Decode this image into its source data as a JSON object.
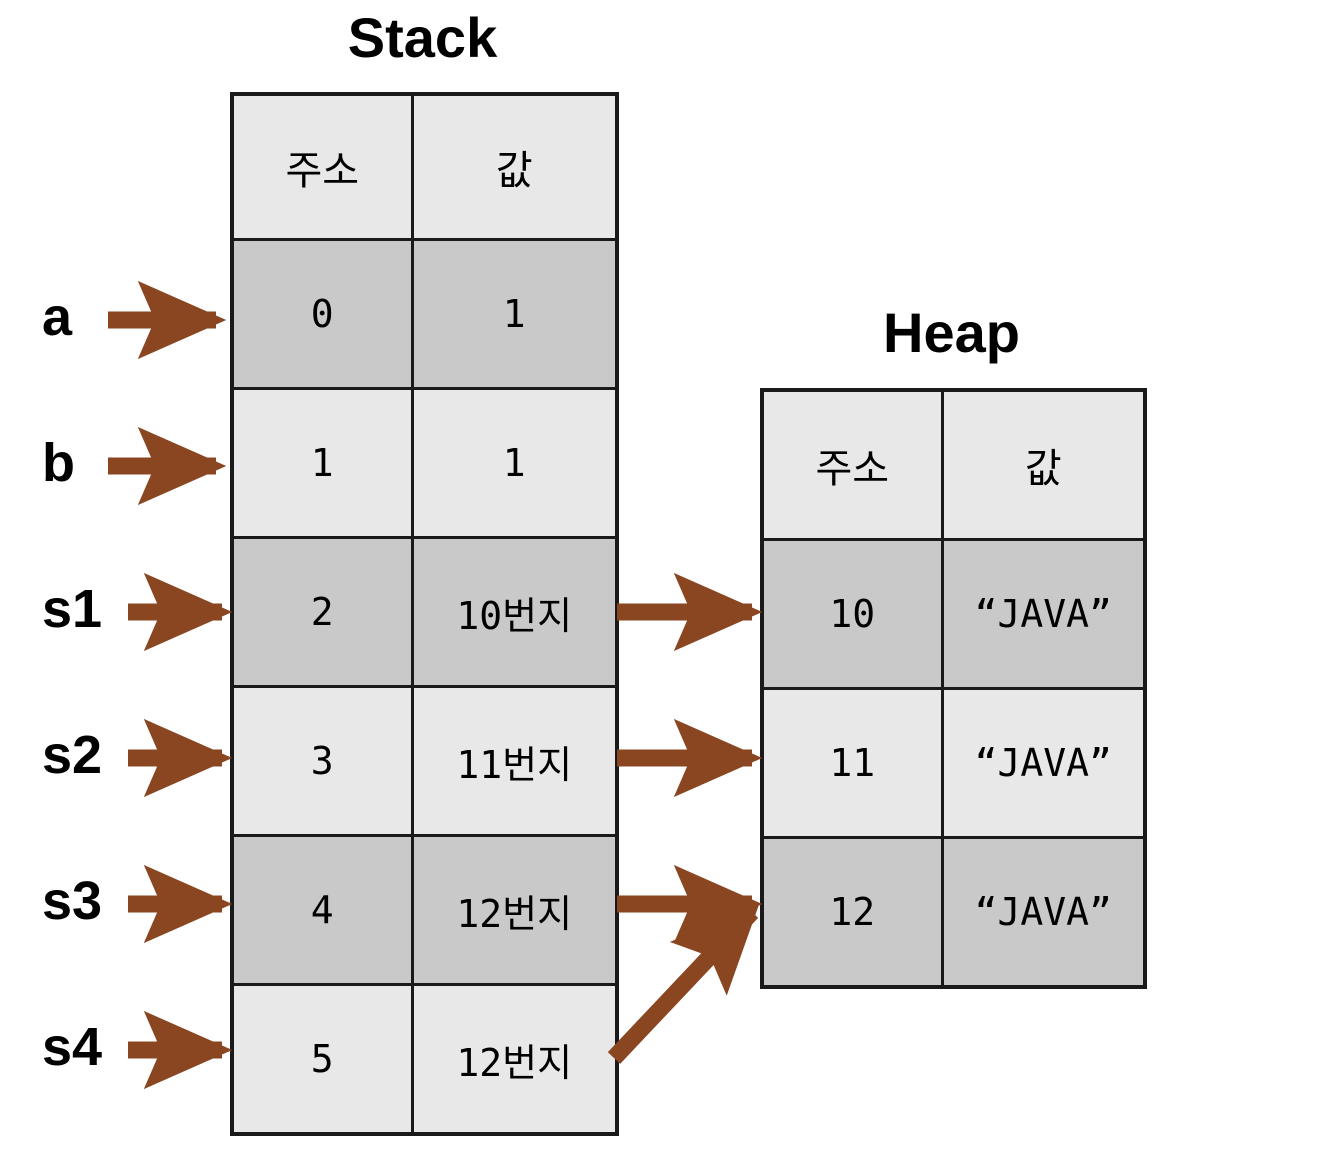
{
  "stack": {
    "title": "Stack",
    "columns": [
      "주소",
      "값"
    ],
    "rows": [
      {
        "addr": "0",
        "value": "1",
        "shaded": true
      },
      {
        "addr": "1",
        "value": "1",
        "shaded": false
      },
      {
        "addr": "2",
        "value": "10번지",
        "shaded": true
      },
      {
        "addr": "3",
        "value": "11번지",
        "shaded": false
      },
      {
        "addr": "4",
        "value": "12번지",
        "shaded": true
      },
      {
        "addr": "5",
        "value": "12번지",
        "shaded": false
      }
    ]
  },
  "heap": {
    "title": "Heap",
    "columns": [
      "주소",
      "값"
    ],
    "rows": [
      {
        "addr": "10",
        "value": "“JAVA”",
        "shaded": true
      },
      {
        "addr": "11",
        "value": "“JAVA”",
        "shaded": false
      },
      {
        "addr": "12",
        "value": "“JAVA”",
        "shaded": true
      }
    ]
  },
  "variables": [
    {
      "name": "a",
      "target_addr": "0"
    },
    {
      "name": "b",
      "target_addr": "1"
    },
    {
      "name": "s1",
      "target_addr": "2"
    },
    {
      "name": "s2",
      "target_addr": "3"
    },
    {
      "name": "s3",
      "target_addr": "4"
    },
    {
      "name": "s4",
      "target_addr": "5"
    }
  ],
  "references": [
    {
      "from": "s1",
      "from_value": "10번지",
      "to_addr": "10"
    },
    {
      "from": "s2",
      "from_value": "11번지",
      "to_addr": "11"
    },
    {
      "from": "s3",
      "from_value": "12번지",
      "to_addr": "12"
    },
    {
      "from": "s4",
      "from_value": "12번지",
      "to_addr": "12"
    }
  ],
  "colors": {
    "arrow": "#8A4521",
    "border": "#1a1a1a",
    "cell_light": "#e8e8e8",
    "cell_shaded": "#c9c9c9",
    "background": "#ffffff",
    "text": "#000000"
  }
}
